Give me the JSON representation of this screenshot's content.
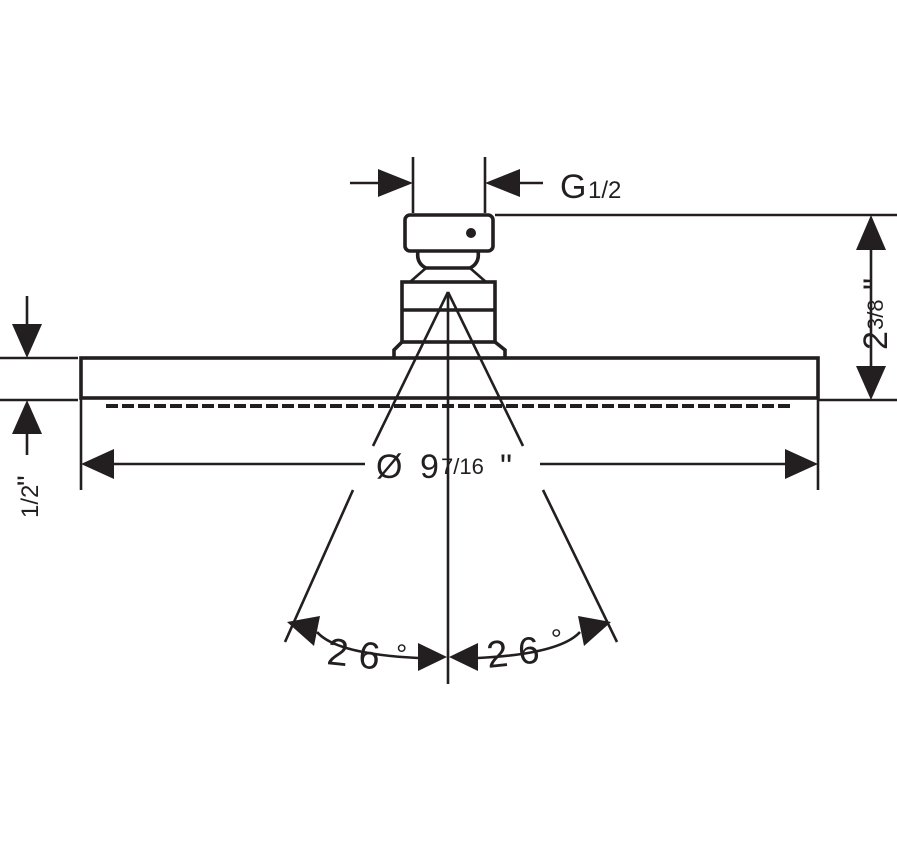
{
  "dimensions": {
    "thread": {
      "prefix": "G",
      "value": "1/2"
    },
    "height": {
      "whole": "2",
      "fraction": "3/8",
      "unit": "\""
    },
    "diameter": {
      "symbol": "Ø",
      "whole": "9",
      "fraction": "7/16",
      "unit": "\""
    },
    "thickness": {
      "value": "1/2",
      "unit": "\""
    },
    "angle_left": {
      "value": "2 6",
      "unit": "°"
    },
    "angle_right": {
      "value": "2 6",
      "unit": "°"
    }
  },
  "colors": {
    "ink": "#231f20",
    "background": "#ffffff"
  }
}
